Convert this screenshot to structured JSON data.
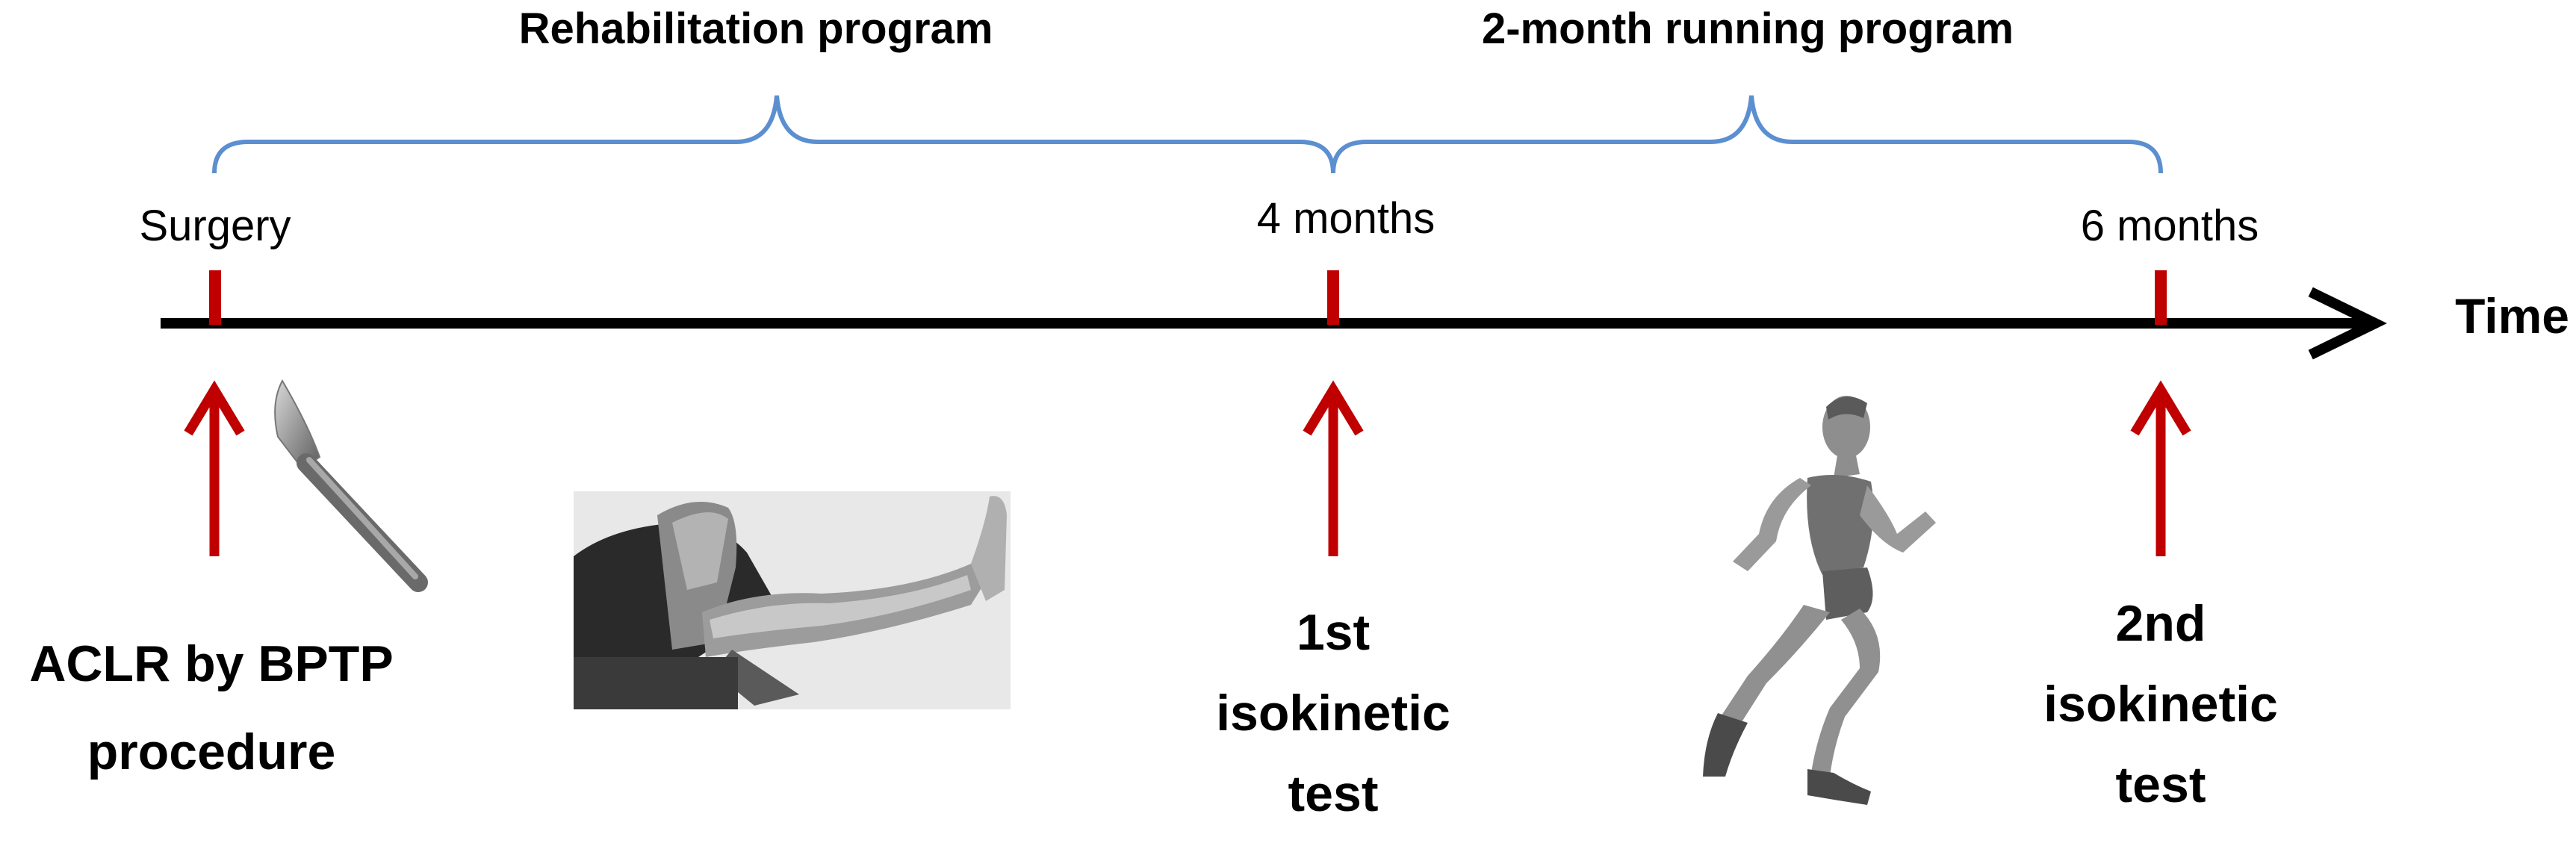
{
  "phases": {
    "rehab": "Rehabilitation program",
    "running": "2-month running program"
  },
  "milestones": {
    "surgery": "Surgery",
    "month4": "4 months",
    "month6": "6 months"
  },
  "axis_label": "Time",
  "events": {
    "surgery": [
      "ACLR by BPTP",
      "procedure"
    ],
    "test1": [
      "1st",
      "isokinetic",
      "test"
    ],
    "test2": [
      "2nd",
      "isokinetic",
      "test"
    ]
  },
  "icons": {
    "scalpel": "scalpel-icon",
    "leg_extension": "leg-extension-photo",
    "runner": "runner-figure"
  },
  "colors": {
    "timeline": "#000000",
    "tick": "#c00000",
    "arrow": "#c00000",
    "brace": "#5b8fd0",
    "text": "#000000"
  }
}
